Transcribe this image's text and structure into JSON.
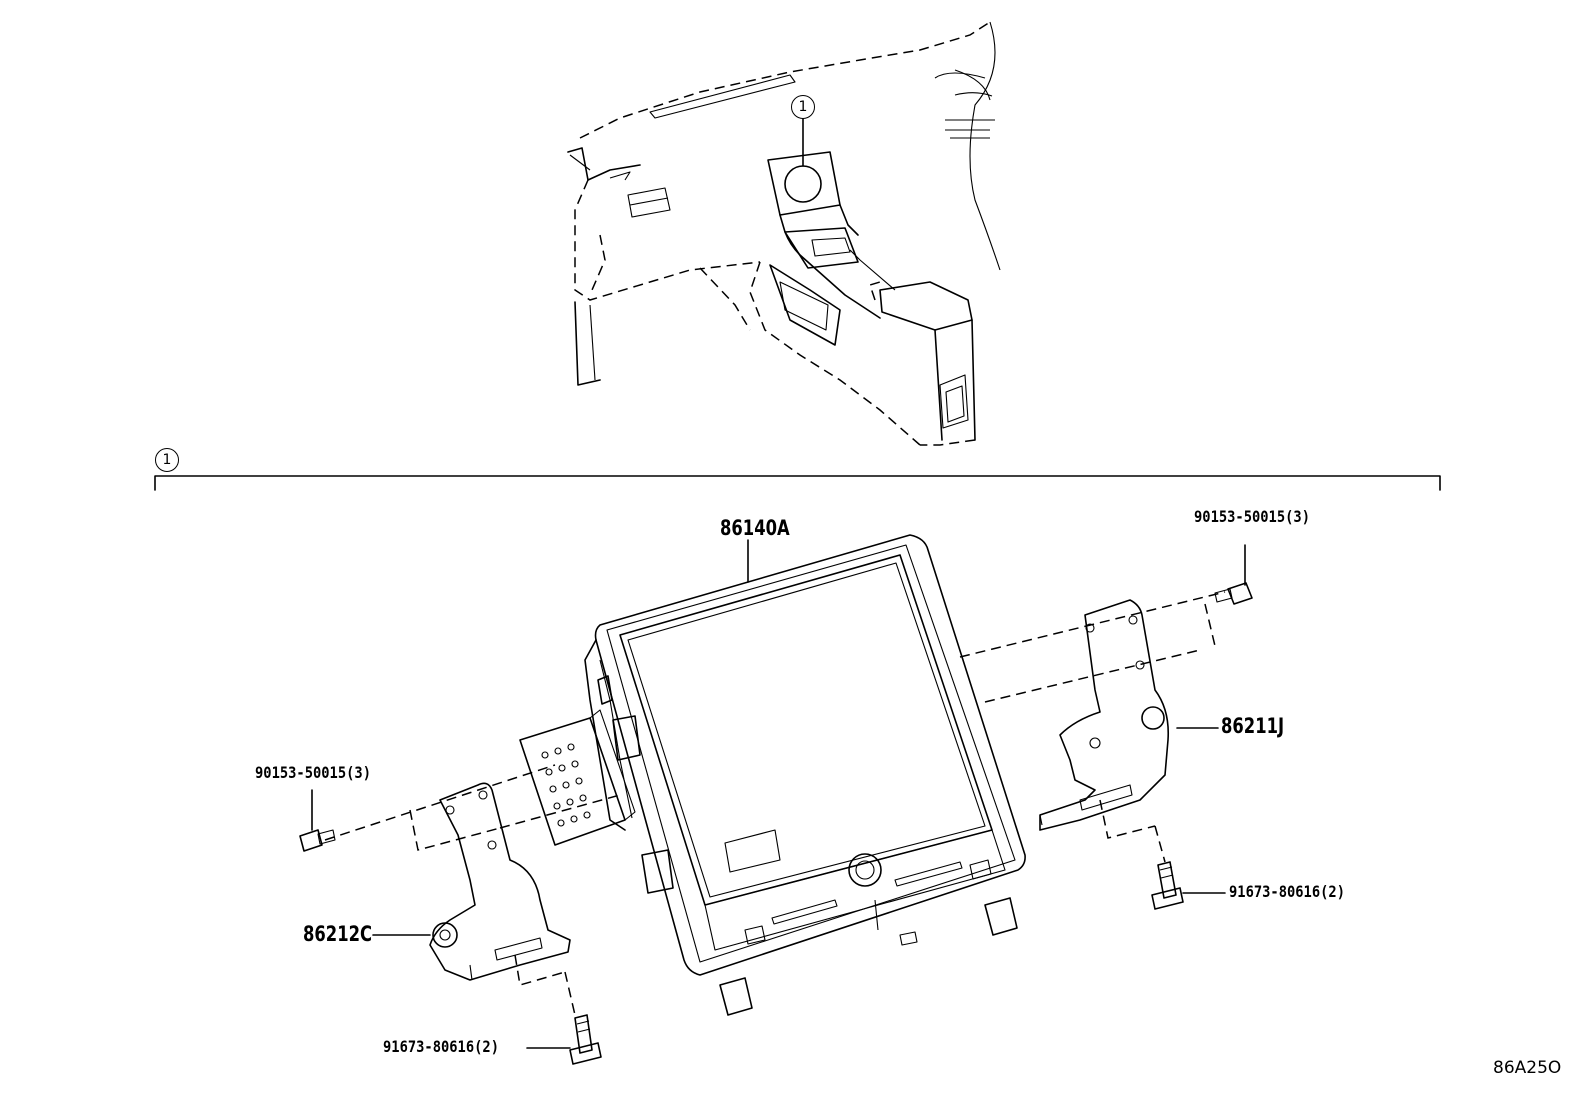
{
  "callout_ref": "1",
  "parts": {
    "display": "86140A",
    "bracket_right": "86211J",
    "bracket_left": "86212C",
    "screw_upper_right": "90153-50015(3)",
    "screw_upper_left": "90153-50015(3)",
    "bolt_lower_right": "91673-80616(2)",
    "bolt_lower_left": "91673-80616(2)"
  },
  "diagram_code": "86A25O"
}
